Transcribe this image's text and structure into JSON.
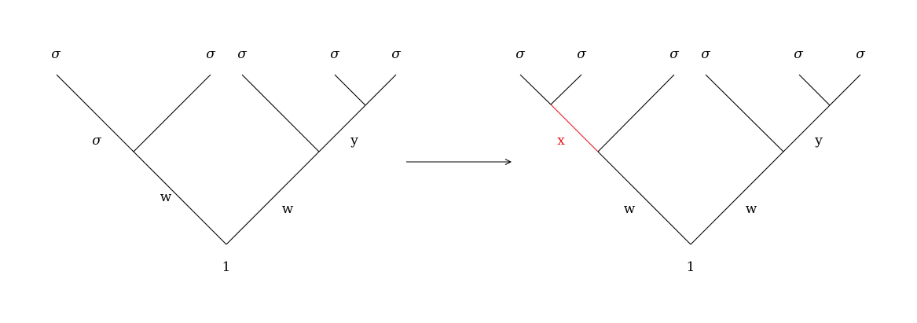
{
  "left_tree": {
    "leaf_labels": [
      "σ",
      "σ",
      "σ",
      "σ",
      "σ"
    ],
    "inner_sigma_label": "σ",
    "edge_label_left": "w",
    "edge_label_right": "w",
    "edge_label_y": "y",
    "root_label": "1"
  },
  "right_tree": {
    "leaf_labels": [
      "σ",
      "σ",
      "σ",
      "σ",
      "σ",
      "σ"
    ],
    "highlight_edge_label": "x",
    "edge_label_left": "w",
    "edge_label_right": "w",
    "edge_label_y": "y",
    "root_label": "1",
    "highlight_color": "#e8141c"
  }
}
